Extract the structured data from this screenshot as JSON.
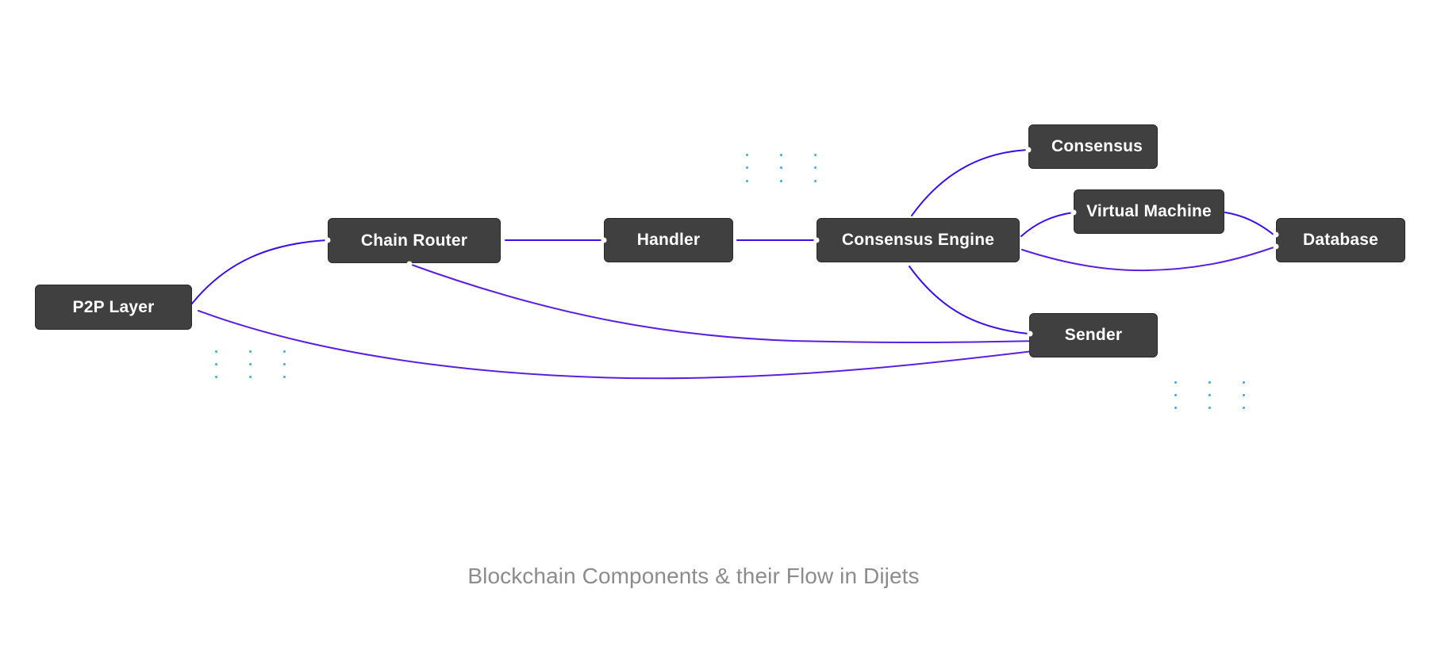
{
  "diagram": {
    "caption": "Blockchain Components & their Flow in Dijets",
    "colors": {
      "node_fill": "#404040",
      "node_text": "#ffffff",
      "edge": "#3d0ee8",
      "edge_alt": "#5a1fe0",
      "dots": "#3fa9f5",
      "caption": "#8c8c8c"
    },
    "nodes": [
      {
        "id": "p2p",
        "label": "P2P Layer"
      },
      {
        "id": "router",
        "label": "Chain Router"
      },
      {
        "id": "handler",
        "label": "Handler"
      },
      {
        "id": "engine",
        "label": "Consensus Engine"
      },
      {
        "id": "consensus",
        "label": "Consensus"
      },
      {
        "id": "vm",
        "label": "Virtual Machine"
      },
      {
        "id": "db",
        "label": "Database"
      },
      {
        "id": "sender",
        "label": "Sender"
      }
    ],
    "edges": [
      {
        "from": "p2p",
        "to": "router"
      },
      {
        "from": "p2p",
        "to": "sender"
      },
      {
        "from": "router",
        "to": "handler"
      },
      {
        "from": "router",
        "to": "sender"
      },
      {
        "from": "handler",
        "to": "engine"
      },
      {
        "from": "engine",
        "to": "consensus"
      },
      {
        "from": "engine",
        "to": "vm"
      },
      {
        "from": "engine",
        "to": "db"
      },
      {
        "from": "engine",
        "to": "sender"
      },
      {
        "from": "vm",
        "to": "db"
      }
    ]
  }
}
